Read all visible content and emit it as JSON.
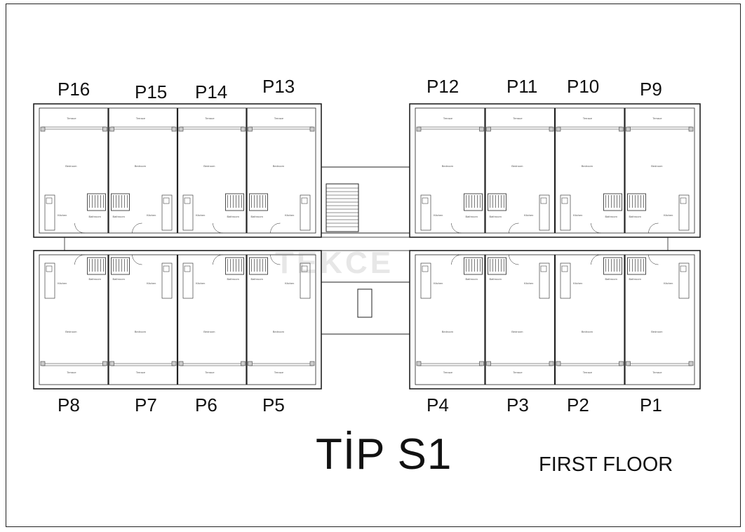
{
  "title": "TİP S1",
  "subtitle": "FIRST FLOOR",
  "watermark": "TEKCE",
  "units_top": [
    "P16",
    "P15",
    "P14",
    "P13",
    "P12",
    "P11",
    "P10",
    "P9"
  ],
  "units_bottom": [
    "P8",
    "P7",
    "P6",
    "P5",
    "P4",
    "P3",
    "P2",
    "P1"
  ],
  "room_labels": {
    "terrace": "Terrace",
    "bedroom": "Bedroom",
    "kitchen": "Kitchen",
    "bathroom": "Bathroom"
  }
}
